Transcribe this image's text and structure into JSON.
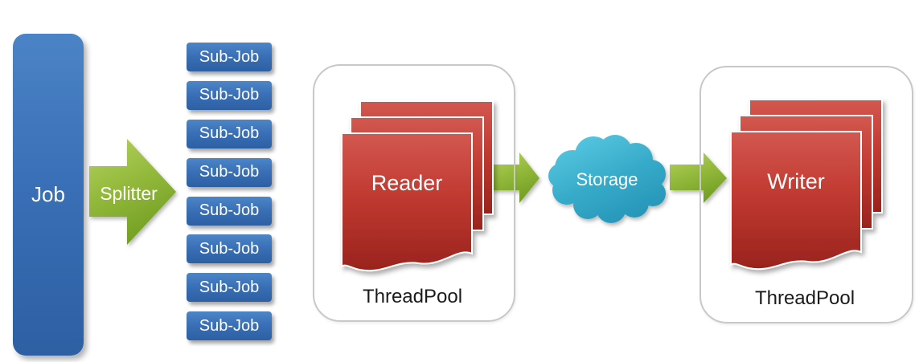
{
  "pipeline": {
    "job": {
      "label": "Job"
    },
    "splitter": {
      "label": "Splitter"
    },
    "sub_jobs": [
      "Sub-Job",
      "Sub-Job",
      "Sub-Job",
      "Sub-Job",
      "Sub-Job",
      "Sub-Job",
      "Sub-Job",
      "Sub-Job"
    ],
    "reader": {
      "label": "Reader",
      "pool_label": "ThreadPool"
    },
    "storage": {
      "label": "Storage"
    },
    "writer": {
      "label": "Writer",
      "pool_label": "ThreadPool"
    }
  },
  "colors": {
    "box_blue": "#3a70b7",
    "arrow_green": "#94ba3c",
    "document_red": "#c13a31",
    "storage_teal": "#36abc9",
    "container_border": "#c8c8c8",
    "light_text": "#ffffff",
    "dark_text": "#1b1b1b",
    "background": "#ffffff"
  }
}
